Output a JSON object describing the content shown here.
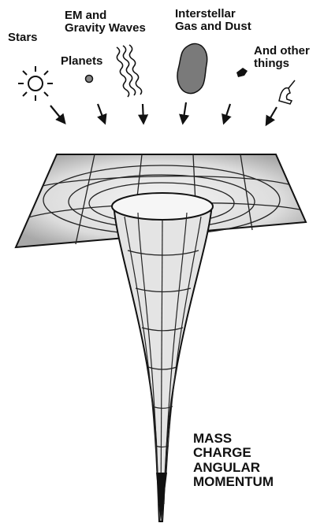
{
  "labels": {
    "stars": "Stars",
    "em_gravity": [
      "EM and",
      "Gravity Waves"
    ],
    "planets": "Planets",
    "interstellar": [
      "Interstellar",
      "Gas and Dust"
    ],
    "other": [
      "And other",
      "things"
    ]
  },
  "properties": [
    "MASS",
    "CHARGE",
    "ANGULAR",
    "MOMENTUM"
  ],
  "icons": [
    "sun-icon",
    "planet-icon",
    "wave-icon",
    "gas-cloud-icon",
    "debris-icon"
  ],
  "colors": {
    "ink": "#111111",
    "background": "#ffffff",
    "shade": "#9a9a9a"
  }
}
